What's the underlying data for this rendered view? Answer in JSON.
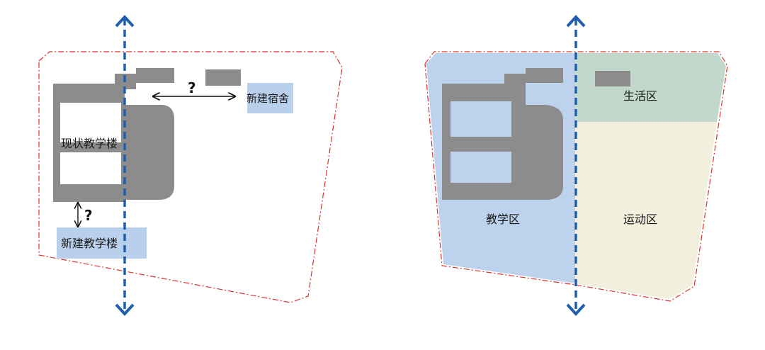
{
  "left_panel": {
    "labels": {
      "existing_building": "现状教学楼",
      "new_teaching": "新建教学楼",
      "new_dorm": "新建宿舍"
    },
    "question_marks": [
      "?",
      "?"
    ]
  },
  "right_panel": {
    "zones": {
      "teaching": "教学区",
      "living": "生活区",
      "sports": "运动区"
    }
  },
  "colors": {
    "building_gray": "#8c8c8c",
    "new_building_blue": "#b8d0ec",
    "teaching_zone": "#bdd2ec",
    "living_zone": "#c2d8cc",
    "sports_zone": "#f2efdd",
    "axis_blue": "#1f5fae",
    "boundary_red": "#d9342b"
  }
}
